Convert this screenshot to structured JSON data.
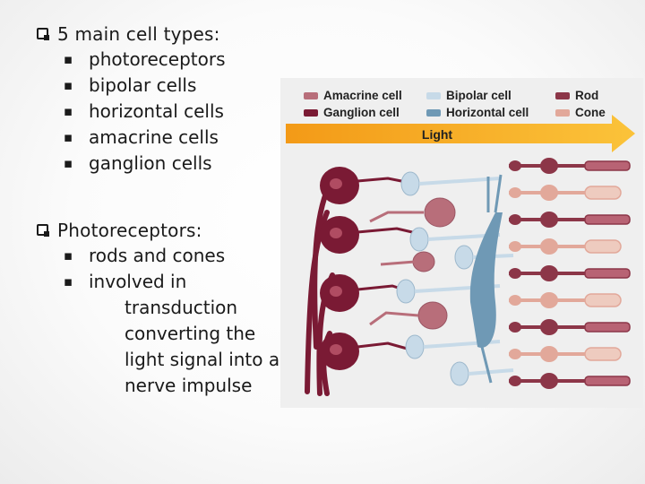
{
  "slide": {
    "section1": {
      "heading": "5 main cell types:",
      "items": [
        "photoreceptors",
        "bipolar cells",
        "horizontal cells",
        "amacrine cells",
        "ganglion cells"
      ]
    },
    "section2": {
      "heading": "Photoreceptors:",
      "items": [
        "rods and cones",
        "involved in"
      ],
      "continuation": [
        "transduction",
        "converting the",
        "light signal into a",
        "nerve impulse"
      ]
    }
  },
  "figure": {
    "legend": [
      {
        "label": "Amacrine cell",
        "color": "#b86e7a"
      },
      {
        "label": "Ganglion cell",
        "color": "#7a1a34"
      },
      {
        "label": "Bipolar cell",
        "color": "#c7dae8"
      },
      {
        "label": "Horizontal cell",
        "color": "#6f99b5"
      },
      {
        "label": "Rod",
        "color": "#8c3648"
      },
      {
        "label": "Cone",
        "color": "#e2a89a"
      }
    ],
    "arrow_label": "Light",
    "colors": {
      "ganglion": "#7a1a34",
      "amacrine": "#b86e7a",
      "bipolar": "#c7dae8",
      "horizontal": "#6f99b5",
      "rod": "#8c3648",
      "cone": "#e2a89a",
      "arrow": "#f5a623"
    }
  }
}
